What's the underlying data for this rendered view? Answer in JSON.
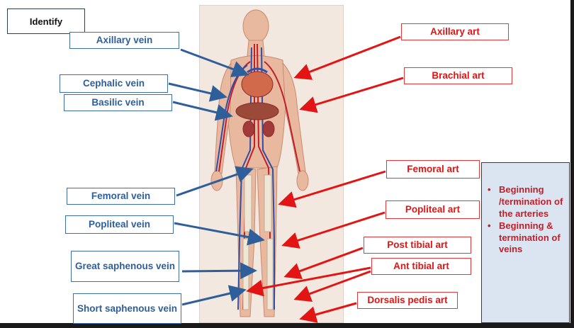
{
  "title": "Identify",
  "veins": [
    "Axillary vein",
    "Cephalic vein",
    "Basilic vein",
    "Femoral vein",
    "Popliteal vein",
    "Great saphenous vein",
    "Short saphenous vein"
  ],
  "arteries": [
    "Axillary art",
    "Brachial  art",
    "Femoral art",
    "Popliteal art",
    "Post tibial art",
    "Ant tibial art",
    "Dorsalis pedis art"
  ],
  "notes": [
    "Beginning /termination of the arteries",
    "Beginning & termination of veins"
  ],
  "colors": {
    "vein": "#2e5f9a",
    "artery": "#e31414",
    "notes_bg": "#dbe5f1"
  }
}
